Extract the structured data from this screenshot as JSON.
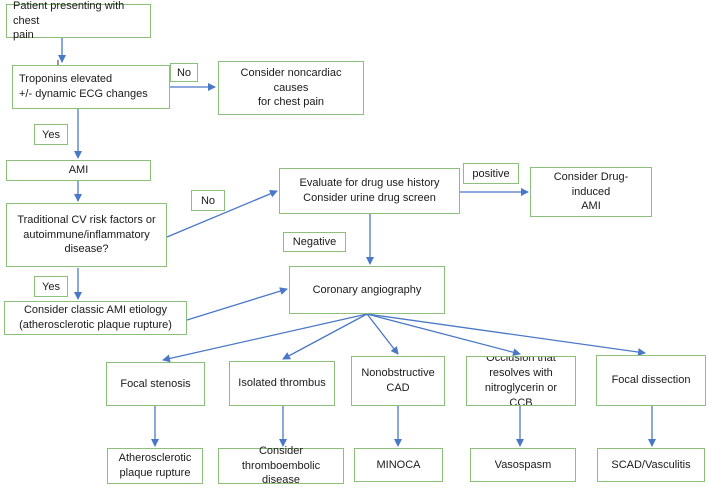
{
  "nodes": {
    "patient": "Patient presenting with chest\npain",
    "troponins": "Troponins elevated\n+/- dynamic ECG changes",
    "noncardiac": "Consider noncardiac causes\nfor chest pain",
    "ami": "AMI",
    "risk": "Traditional CV risk factors or\nautoimmune/inflammatory\ndisease?",
    "drug_history": "Evaluate for drug use history\nConsider urine drug screen",
    "drug_induced": "Consider Drug-induced\nAMI",
    "classic": "Consider classic AMI etiology\n(atherosclerotic plaque rupture)",
    "angiography": "Coronary angiography",
    "focal_stenosis": "Focal stenosis",
    "isolated_thrombus": "Isolated thrombus",
    "nonobstructive": "Nonobstructive\nCAD",
    "occlusion": "Occlusion that\nresolves with\nnitroglycerin or CCB",
    "focal_dissection": "Focal dissection",
    "plaque_rupture": "Atherosclerotic\nplaque rupture",
    "thromboembolic": "Consider\nthromboembolic disease",
    "minoca": "MINOCA",
    "vasospasm": "Vasospasm",
    "scad": "SCAD/Vasculitis"
  },
  "labels": {
    "no_troponins": "No",
    "yes_ami": "Yes",
    "no_risk": "No",
    "positive": "positive",
    "negative": "Negative",
    "yes_risk": "Yes"
  },
  "colors": {
    "box_border": "#8cc07a",
    "arrow": "#4a78c8"
  }
}
